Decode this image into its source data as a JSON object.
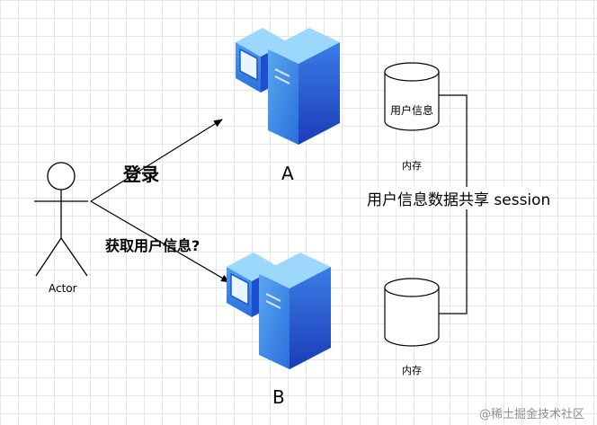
{
  "actor": {
    "label": "Actor"
  },
  "edges": {
    "login_label": "登录",
    "get_info_label": "获取用户信息?"
  },
  "servers": [
    {
      "label": "A"
    },
    {
      "label": "B"
    }
  ],
  "storage": {
    "top_cylinder_label": "用户信息",
    "top_caption": "内存",
    "bottom_caption": "内存"
  },
  "share_label": "用户信息数据共享 session",
  "watermark": "@稀土掘金技术社区",
  "colors": {
    "server_front": "#1f49c8",
    "server_side": "#3c8ee8",
    "server_top": "#8fd2fb",
    "line": "#000000"
  }
}
